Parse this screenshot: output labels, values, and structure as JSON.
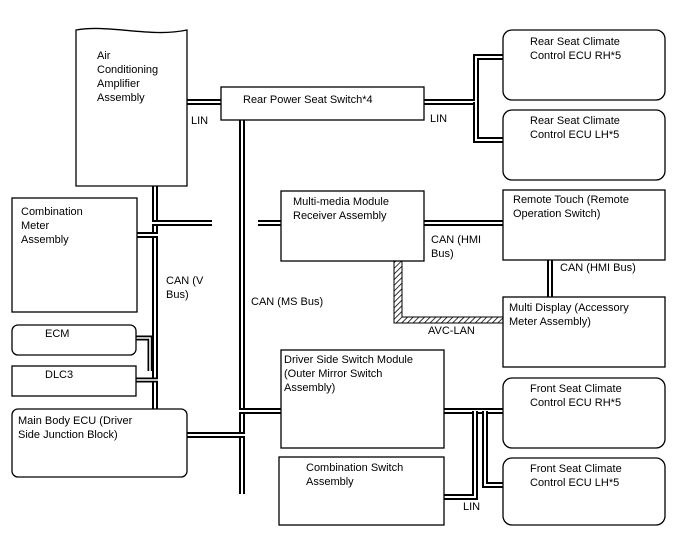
{
  "modules": {
    "air_conditioning_amplifier": [
      "Air",
      "Conditioning",
      "Amplifier",
      "Assembly"
    ],
    "rear_power_seat_switch": [
      "Rear Power Seat Switch*4"
    ],
    "rear_seat_climate_rh": [
      "Rear Seat Climate",
      "Control ECU RH*5"
    ],
    "rear_seat_climate_lh": [
      "Rear Seat Climate",
      "Control ECU LH*5"
    ],
    "combination_meter": [
      "Combination",
      "Meter",
      "Assembly"
    ],
    "multimedia_module": [
      "Multi-media Module",
      "Receiver Assembly"
    ],
    "remote_touch": [
      "Remote Touch (Remote",
      "Operation Switch)"
    ],
    "multi_display": [
      "Multi Display (Accessory",
      "Meter Assembly)"
    ],
    "ecm": [
      "ECM"
    ],
    "dlc3": [
      "DLC3"
    ],
    "driver_side_switch_module": [
      "Driver Side Switch Module",
      "(Outer Mirror Switch",
      "Assembly)"
    ],
    "main_body_ecu": [
      "Main Body ECU (Driver",
      "Side Junction Block)"
    ],
    "front_seat_climate_rh": [
      "Front Seat Climate",
      "Control ECU RH*5"
    ],
    "front_seat_climate_lh": [
      "Front Seat Climate",
      "Control ECU LH*5"
    ],
    "combination_switch": [
      "Combination Switch",
      "Assembly"
    ]
  },
  "bus_labels": {
    "lin_left": [
      "LIN"
    ],
    "lin_right": [
      "LIN"
    ],
    "lin_bottom": [
      "LIN"
    ],
    "can_v_bus": [
      "CAN (V",
      "Bus)"
    ],
    "can_ms_bus": [
      "CAN (MS Bus)"
    ],
    "can_hmi_bus_1": [
      "CAN (HMI",
      "Bus)"
    ],
    "can_hmi_bus_2": [
      "CAN (HMI Bus)"
    ],
    "avc_lan": [
      "AVC-LAN"
    ]
  }
}
